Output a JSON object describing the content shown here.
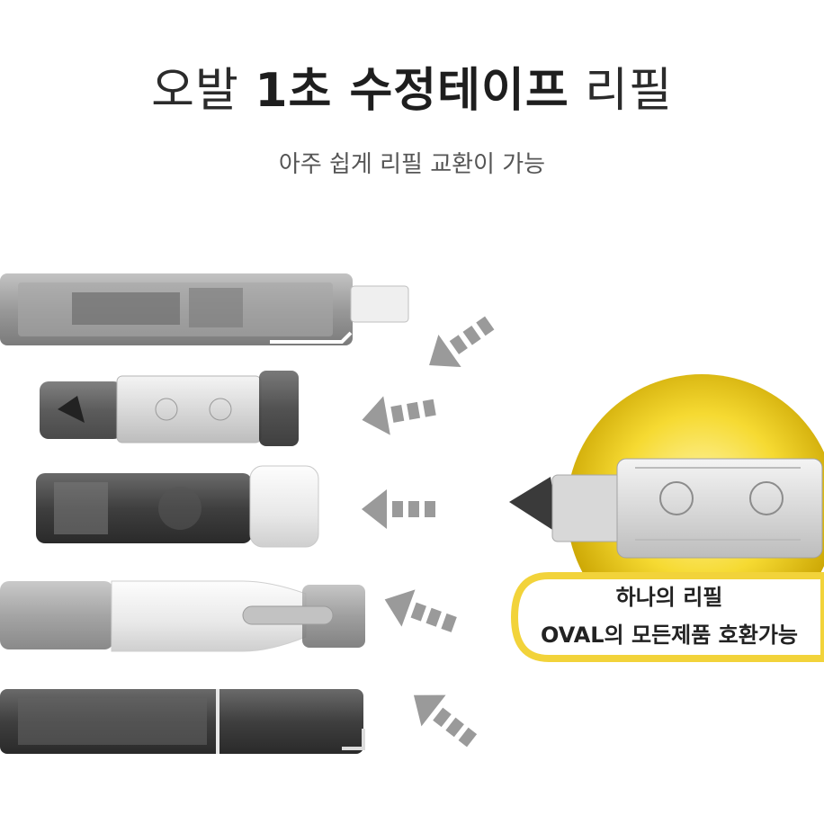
{
  "title": {
    "light_left": "오발 ",
    "bold": "1초 수정테이프",
    "light_right": " 리필"
  },
  "subtitle": "아주 쉽게 리필 교환이 가능",
  "callout": {
    "line1": "하나의 리필",
    "line2": "OVAL의 모든제품 호환가능"
  },
  "colors": {
    "gold": "#f4d52c",
    "gray_arrow": "#9a9a9a",
    "dark_pen": "#3c3c3c"
  }
}
